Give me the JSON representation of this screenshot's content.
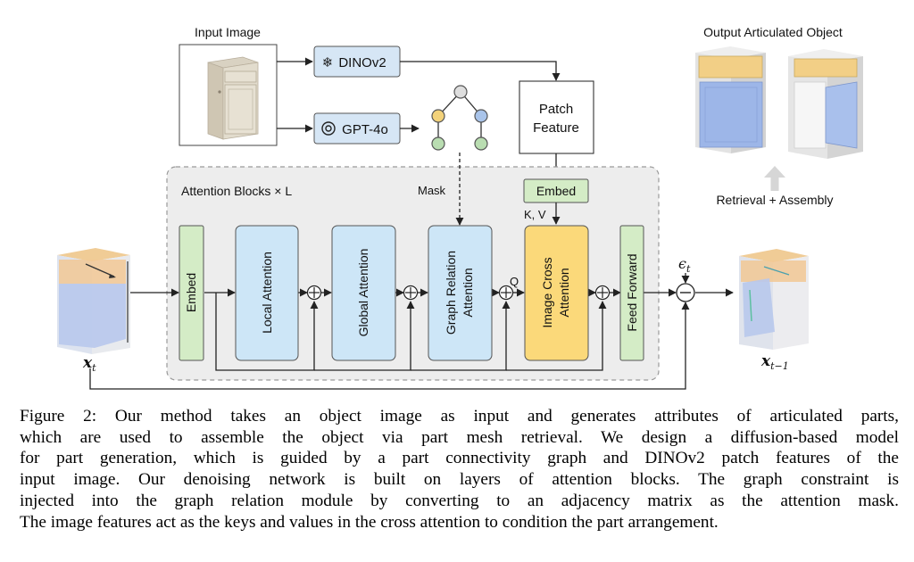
{
  "figure": {
    "input_image_label": "Input Image",
    "output_label": "Output Articulated  Object",
    "dino_label": "DINOv2",
    "gpt_label": "GPT-4o",
    "patch_feature_label_line1": "Patch",
    "patch_feature_label_line2": "Feature",
    "embed_top_label": "Embed",
    "kv_label": "K, V",
    "mask_label": "Mask",
    "attention_blocks_label": "Attention Blocks × L",
    "embed_left_label": "Embed",
    "local_attention_label": "Local Attention",
    "global_attention_label": "Global Attention",
    "graph_relation_line1": "Graph Relation",
    "graph_relation_line2": "Attention",
    "image_cross_line1": "Image Cross",
    "image_cross_line2": "Attention",
    "feed_forward_label": "Feed Forward",
    "q_label": "Q",
    "epsilon_label": "ϵ",
    "epsilon_sub": "t",
    "retrieval_label": "Retrieval + Assembly",
    "x_t_label": "x",
    "x_t_sub": "t",
    "x_t1_label": "x",
    "x_t1_sub": "t−1",
    "colors": {
      "green_block": "#d4ecc6",
      "blue_block": "#cde6f7",
      "yellow_block": "#fbd97a",
      "attention_region": "#ededed",
      "node_yellow": "#f3d27a",
      "node_blue": "#a9c4ea",
      "node_green": "#b9ddb1",
      "node_gray": "#dedede"
    }
  },
  "caption": {
    "line1": "Figure 2:   Our method takes an object image as input and generates attributes of articulated parts,",
    "line2": "which are used to assemble the object via part mesh retrieval.  We design a diffusion-based model",
    "line3": "for part generation, which is guided by a part connectivity graph and DINOv2 patch features of the",
    "line4": "input image.  Our denoising network is built on layers of attention blocks.  The graph constraint is",
    "line5": "injected into the graph relation module by converting to an adjacency matrix as the attention mask.",
    "line6": "The image features act as the keys and values in the cross attention to condition the part arrangement."
  }
}
